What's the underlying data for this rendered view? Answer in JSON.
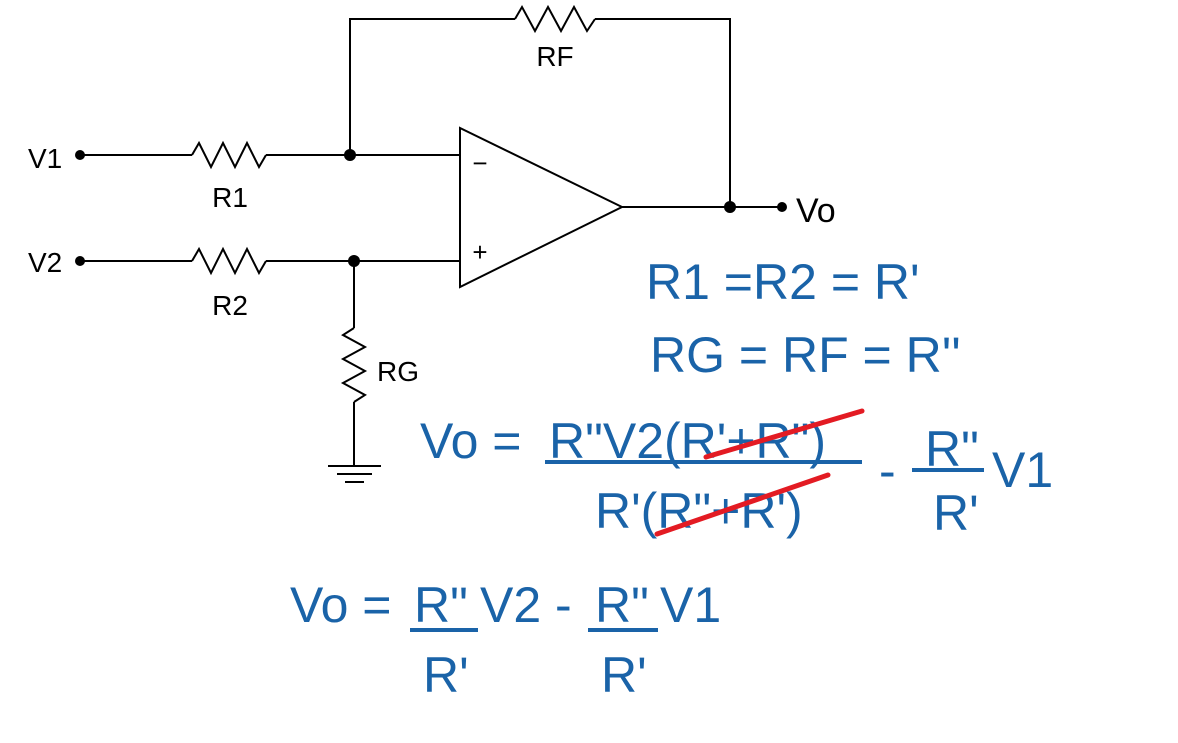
{
  "circuit": {
    "labels": {
      "v1": "V1",
      "v2": "V2",
      "vo": "Vo",
      "r1": "R1",
      "r2": "R2",
      "rf": "RF",
      "rg": "RG",
      "minus": "−",
      "plus": "+"
    }
  },
  "equations": {
    "eq1": "R1 =R2 = R'",
    "eq2": "RG = RF = R''",
    "full": {
      "lhs": "Vo = ",
      "num": "R\"V2(R'+R\")",
      "den": "R'(R\"+R')",
      "minus": "-",
      "term2_num": "R\"",
      "term2_den": "R'",
      "term2_tail": "V1"
    },
    "simple": {
      "lhs": "Vo = ",
      "t1_num": "R\"",
      "t1_tail": "V2 - ",
      "t1_den": "R'",
      "t2_num": "R\"",
      "t2_tail": "V1",
      "t2_den": "R'"
    }
  },
  "colors": {
    "equation": "#1a63a8",
    "strike": "#e31b23",
    "wire": "#000000"
  }
}
